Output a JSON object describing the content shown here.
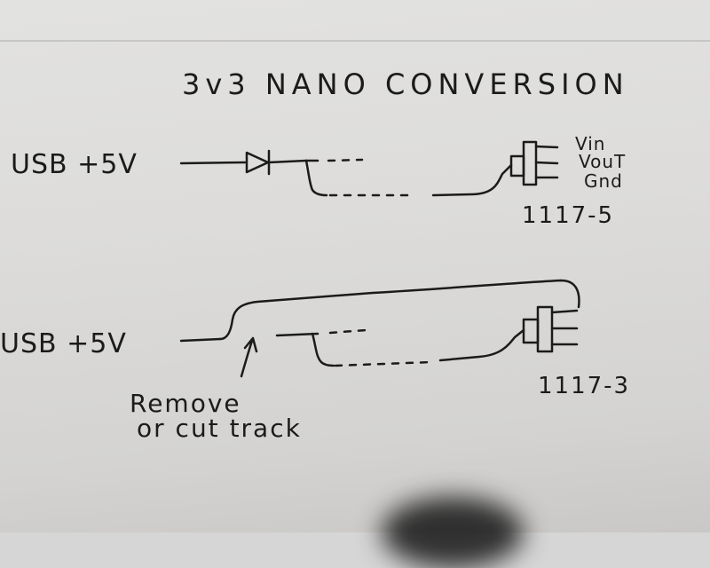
{
  "title": "3v3 NANO CONVERSION",
  "top_circuit": {
    "input_label": "USB +5V",
    "pin_labels": [
      "Vin",
      "VouT",
      "Gnd"
    ],
    "regulator_label": "1117-5"
  },
  "bottom_circuit": {
    "input_label": "USB +5V",
    "regulator_label": "1117-3",
    "note_lines": [
      "Remove",
      "or cut track"
    ]
  }
}
